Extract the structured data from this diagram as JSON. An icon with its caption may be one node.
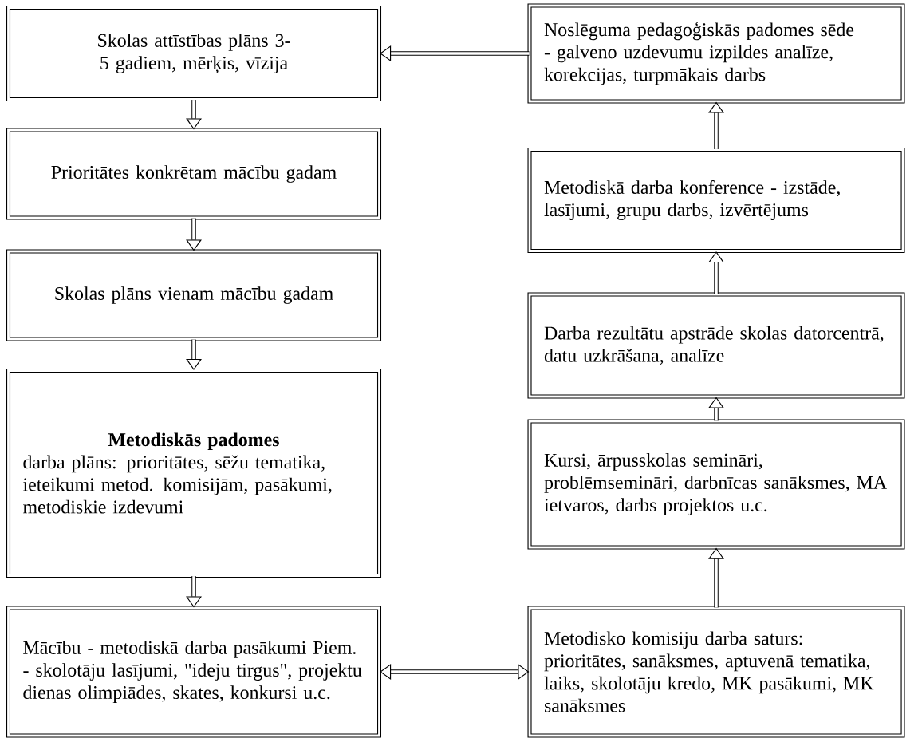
{
  "diagram": {
    "nodes": [
      {
        "text": [
          "Skolas attīstības plāns 3-5 gadiem, mērķis, vīzija"
        ]
      },
      {
        "text": [
          "Prioritātes konkrētam mācību gadam"
        ]
      },
      {
        "text": [
          "Skolas plāns vienam mācību gadam"
        ]
      },
      {
        "text": [
          "Metodiskās padomes",
          "darba plāns: prioritātes, sēžu tematika, ieteikumi metod. komisijām, pasākumi, metodiskie izdevumi"
        ]
      },
      {
        "text": [
          "Mācību - metodiskā darba pasākumi Piem. - skolotāju lasījumi, \"ideju tirgus\", projektu dienas olimpiādes, skates, konkursi u.c."
        ]
      },
      {
        "text": [
          "Noslēguma pedagoģiskās padomes sēde - galveno uzdevumu izpildes analīze, korekcijas, turpmākais darbs"
        ]
      },
      {
        "text": [
          "Metodiskā darba konference - izstāde, lasījumi, grupu darbs, izvērtējums"
        ]
      },
      {
        "text": [
          "Darba rezultātu apstrāde skolas datorcentrā, datu uzkrāšana, analīze"
        ]
      },
      {
        "text": [
          "Kursi, ārpusskolas semināri, problēmsemināri, darbnīcas sanāksmes, MA ietvaros, darbs projektos u.c."
        ]
      },
      {
        "text": [
          "Metodisko komisiju darba saturs: prioritātes, sanāksmes, aptuvenā tematika, laiks, skolotāju kredo, MK pasākumi, MK sanāksmes"
        ]
      }
    ],
    "edges": [
      {
        "from": 0,
        "to": 1,
        "arrow": "to"
      },
      {
        "from": 1,
        "to": 2,
        "arrow": "to"
      },
      {
        "from": 2,
        "to": 3,
        "arrow": "to"
      },
      {
        "from": 3,
        "to": 4,
        "arrow": "to"
      },
      {
        "from": 4,
        "to": 9,
        "arrow": "both"
      },
      {
        "from": 9,
        "to": 8,
        "arrow": "to"
      },
      {
        "from": 8,
        "to": 7,
        "arrow": "to"
      },
      {
        "from": 7,
        "to": 6,
        "arrow": "to"
      },
      {
        "from": 6,
        "to": 5,
        "arrow": "to"
      },
      {
        "from": 5,
        "to": 0,
        "arrow": "to"
      }
    ]
  }
}
